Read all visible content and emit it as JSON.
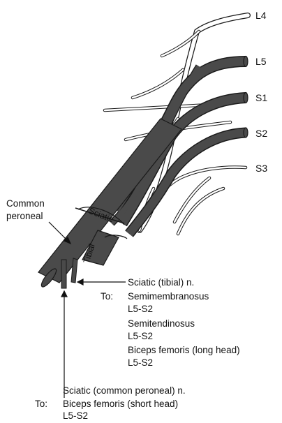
{
  "roots": [
    "L4",
    "L5",
    "S1",
    "S2",
    "S3"
  ],
  "common_peroneal_label": [
    "Common",
    "peroneal"
  ],
  "trunk_labels": {
    "sciatic": "Sciatic",
    "tibial": "Tibial"
  },
  "tibial_note": {
    "title": "Sciatic (tibial) n.",
    "to": "To:",
    "lines": [
      "Semimembranosus",
      "L5-S2",
      "Semitendinosus",
      "L5-S2",
      "Biceps femoris (long head)",
      "L5-S2"
    ]
  },
  "peroneal_note": {
    "title": "Sciatic (common peroneal) n.",
    "to": "To:",
    "lines": [
      "Biceps femoris (short head)",
      "L5-S2"
    ]
  },
  "colors": {
    "nerve_fill": "#4a4a4a",
    "nerve_outline": "#1a1a1a",
    "plexus_fill": "#ffffff"
  }
}
